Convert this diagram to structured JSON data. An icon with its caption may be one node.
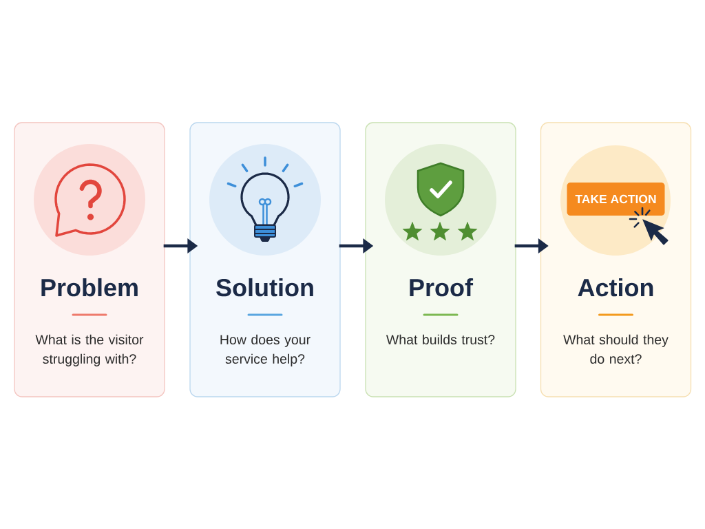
{
  "diagram": {
    "nodes": [
      {
        "text": [
          "Problem",
          "What is the visitor struggling with?"
        ]
      },
      {
        "text": [
          "Solution",
          "How does your service help?"
        ]
      },
      {
        "text": [
          "Proof",
          "What builds trust?"
        ]
      },
      {
        "text": [
          "Action",
          "What should they do next?"
        ]
      },
      {
        "text": [
          "TAKE ACTION"
        ],
        "in": 3
      }
    ],
    "edges": [
      {
        "from": 0,
        "to": 1,
        "arrow": "to"
      },
      {
        "from": 1,
        "to": 2,
        "arrow": "to"
      },
      {
        "from": 2,
        "to": 3,
        "arrow": "to"
      }
    ]
  }
}
